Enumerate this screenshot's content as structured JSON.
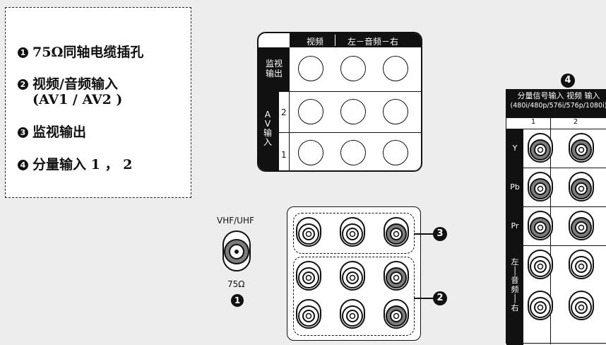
{
  "legend": {
    "items": [
      {
        "num": "1",
        "text": "75Ω同轴电缆插孔"
      },
      {
        "num": "2",
        "text": "视频/音频输入"
      },
      {
        "num": "",
        "text": "(AV1 / AV2 )"
      },
      {
        "num": "3",
        "text": "监视输出"
      },
      {
        "num": "4",
        "text": "分量输入 1 ， 2"
      }
    ]
  },
  "av_table": {
    "header_video": "视频",
    "header_audio": "左－音频－右",
    "monitor_label": "监视\n输出",
    "av_label": "A\nV\n输\n入",
    "row2": "2",
    "row1": "1"
  },
  "antenna": {
    "label": "VHF/UHF",
    "ohm": "75Ω",
    "badge": "1"
  },
  "callouts": {
    "monitor": "3",
    "av_inputs": "2",
    "component": "4"
  },
  "component": {
    "header_line1": "分量信号输入  视频  输入",
    "header_line2": "(480i/480p/576i/576p/1080i)",
    "col1": "1",
    "col2": "2",
    "rows": [
      "Y",
      "Pb",
      "Pr"
    ],
    "audio_side": "左\n│\n音\n频\n│\n右"
  },
  "colors": {
    "background": "#ededed",
    "panel": "#ffffff",
    "ink": "#111111",
    "jack_gray": "#7d7d7d"
  }
}
